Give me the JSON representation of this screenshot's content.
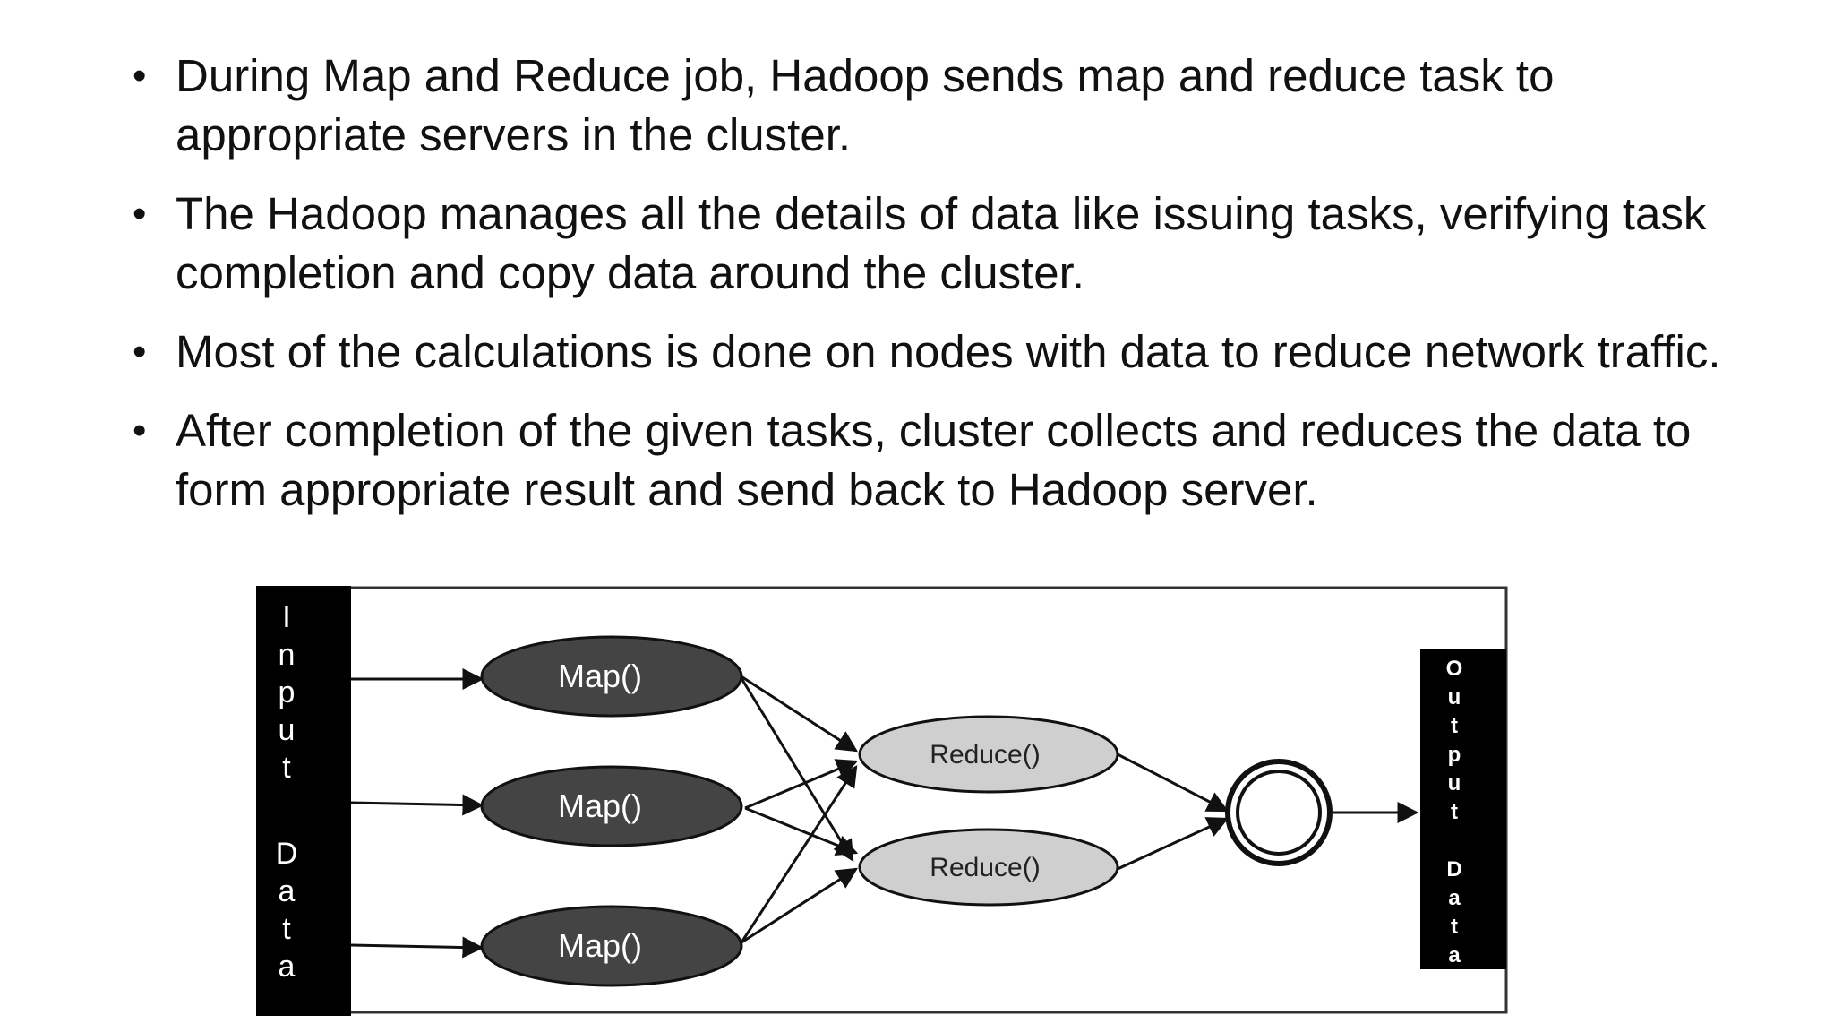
{
  "bullets": [
    {
      "text": "During Map and Reduce job, Hadoop sends map and reduce task to appropriate servers in the cluster."
    },
    {
      "text": "The Hadoop manages all the details of data like issuing tasks, verifying task completion and copy data around the cluster."
    },
    {
      "text": "Most of the calculations is done on nodes with data to reduce network traffic."
    },
    {
      "text": "After completion of the given tasks, cluster collects and reduces the data to form appropriate result and send back to Hadoop server."
    }
  ],
  "diagram": {
    "input_label": "Input Data",
    "output_label": "Output Data",
    "map_nodes": [
      {
        "label": "Map()"
      },
      {
        "label": "Map()"
      },
      {
        "label": "Map()"
      }
    ],
    "reduce_nodes": [
      {
        "label": "Reduce()"
      },
      {
        "label": "Reduce()"
      }
    ],
    "colors": {
      "bar": "#000000",
      "map_fill": "#444444",
      "map_text": "#ffffff",
      "reduce_fill": "#cfcfcf",
      "reduce_text": "#222222",
      "stroke": "#111111"
    }
  }
}
